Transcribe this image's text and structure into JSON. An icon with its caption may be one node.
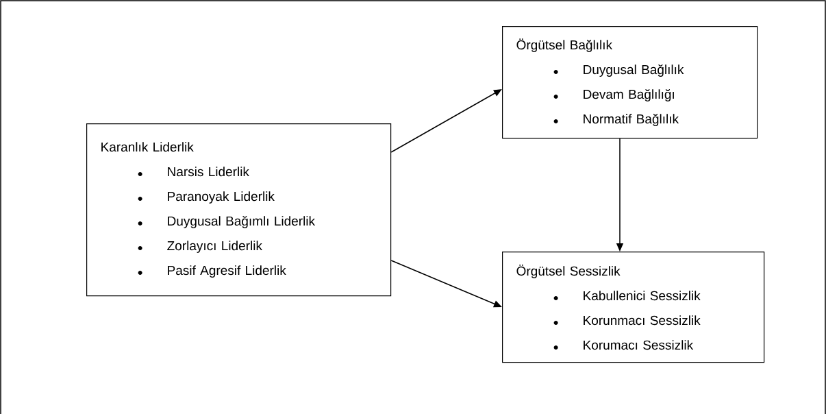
{
  "diagram": {
    "nodes": [
      {
        "text": [
          "Karanlık Liderlik",
          "Narsis Liderlik",
          "Paranoyak Liderlik",
          "Duygusal Bağımlı Liderlik",
          "Zorlayıcı Liderlik",
          "Pasif Agresif Liderlik"
        ]
      },
      {
        "text": [
          "Örgütsel Bağlılık",
          "Duygusal Bağlılık",
          "Devam Bağlılığı",
          "Normatif Bağlılık"
        ]
      },
      {
        "text": [
          "Örgütsel Sessizlik",
          "Kabullenici Sessizlik",
          "Korunmacı Sessizlik",
          "Korumacı Sessizlik"
        ]
      }
    ],
    "edges": [
      {
        "from": 0,
        "to": 1,
        "arrow": "to"
      },
      {
        "from": 0,
        "to": 2,
        "arrow": "to"
      },
      {
        "from": 1,
        "to": 2,
        "arrow": "to"
      }
    ]
  }
}
